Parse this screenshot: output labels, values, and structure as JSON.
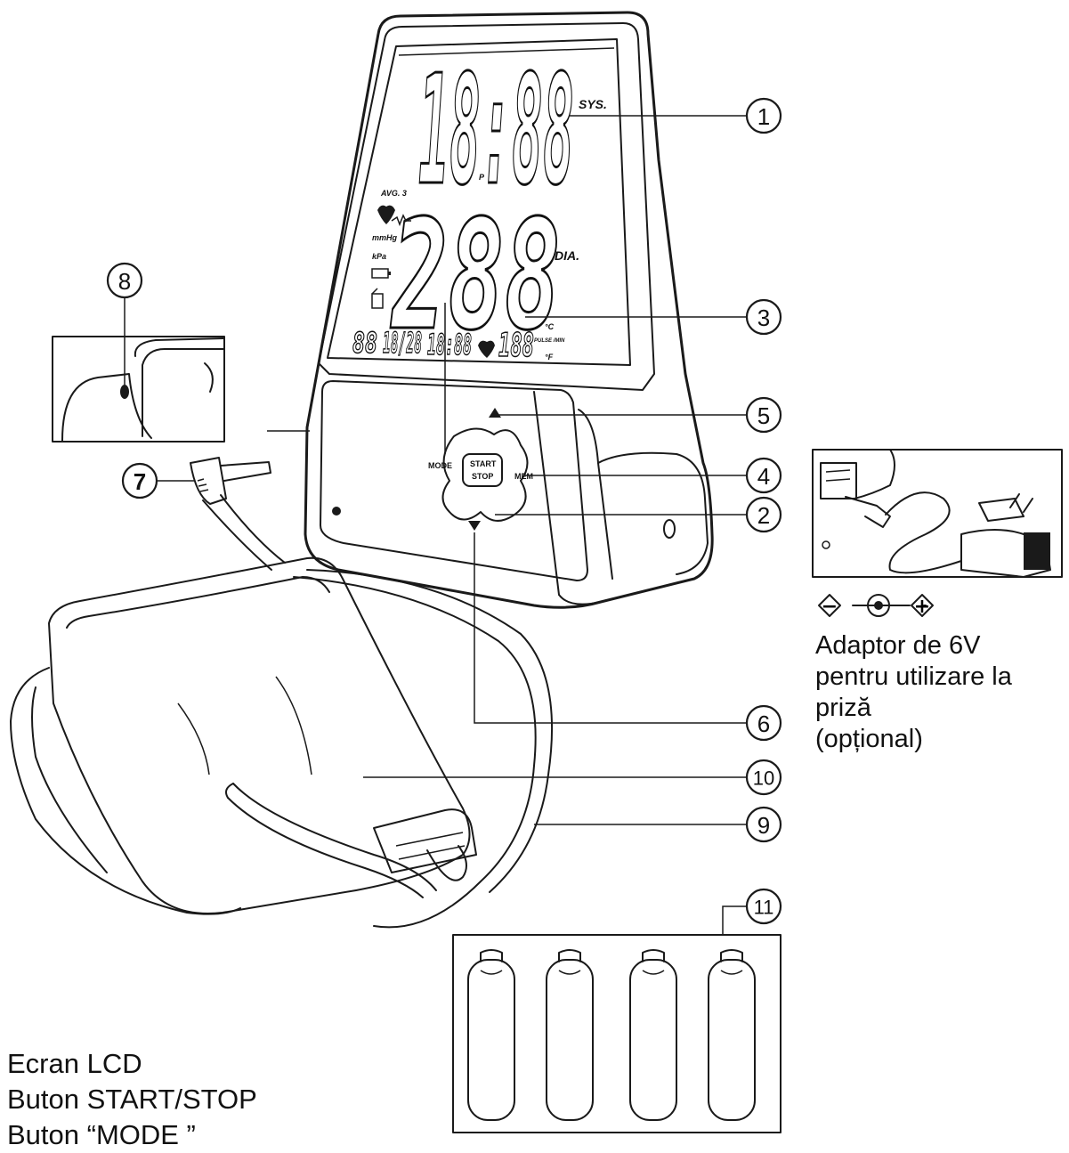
{
  "callouts": [
    "1",
    "2",
    "3",
    "4",
    "5",
    "6",
    "7",
    "8",
    "9",
    "10",
    "11"
  ],
  "lcd": {
    "sys_label": "SYS.",
    "dia_label": "DIA.",
    "avg_label": "AVG. 3",
    "mmhg_label": "mmHg",
    "kpa_label": "kPa",
    "pulse_label": "PULSE /MIN",
    "celsius_label": "°C",
    "fahrenheit_label": "°F",
    "p_label": "P",
    "top_digits": "18:88",
    "mid_digits": "288",
    "bottom_row": [
      "88",
      "18/28",
      "18:88",
      "188"
    ]
  },
  "buttons": {
    "mode_label": "MODE",
    "mem_label": "MEM",
    "start_stop_line1": "START",
    "start_stop_line2": "STOP"
  },
  "adapter": {
    "polarity": [
      "−",
      "●",
      "+"
    ],
    "caption": [
      "Adaptor de 6V",
      "pentru utilizare la",
      "priză",
      "(opțional)"
    ]
  },
  "legend": [
    "Ecran LCD",
    "Buton START/STOP",
    "Buton “MODE ”"
  ]
}
